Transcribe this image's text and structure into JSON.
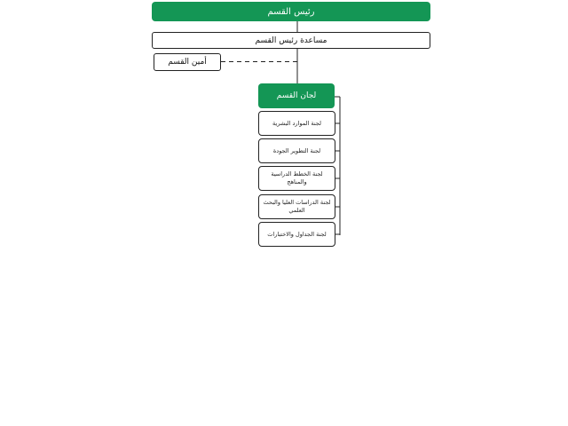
{
  "chart": {
    "head": "رئيس القسم",
    "assistant": "مساعدة رئيس القسم",
    "secretary": "أمين القسم",
    "committees_title": "لجان القسم",
    "committees": [
      "لجنة الموارد البشرية",
      "لجنة التطوير الجودة",
      "لجنة الخطط الدراسية والمناهج",
      "لجنة الدراسات العليا والبحث العلمي",
      "لجنة الجداول والاختبارات"
    ]
  },
  "colors": {
    "accent": "#149655",
    "line": "#222222"
  }
}
